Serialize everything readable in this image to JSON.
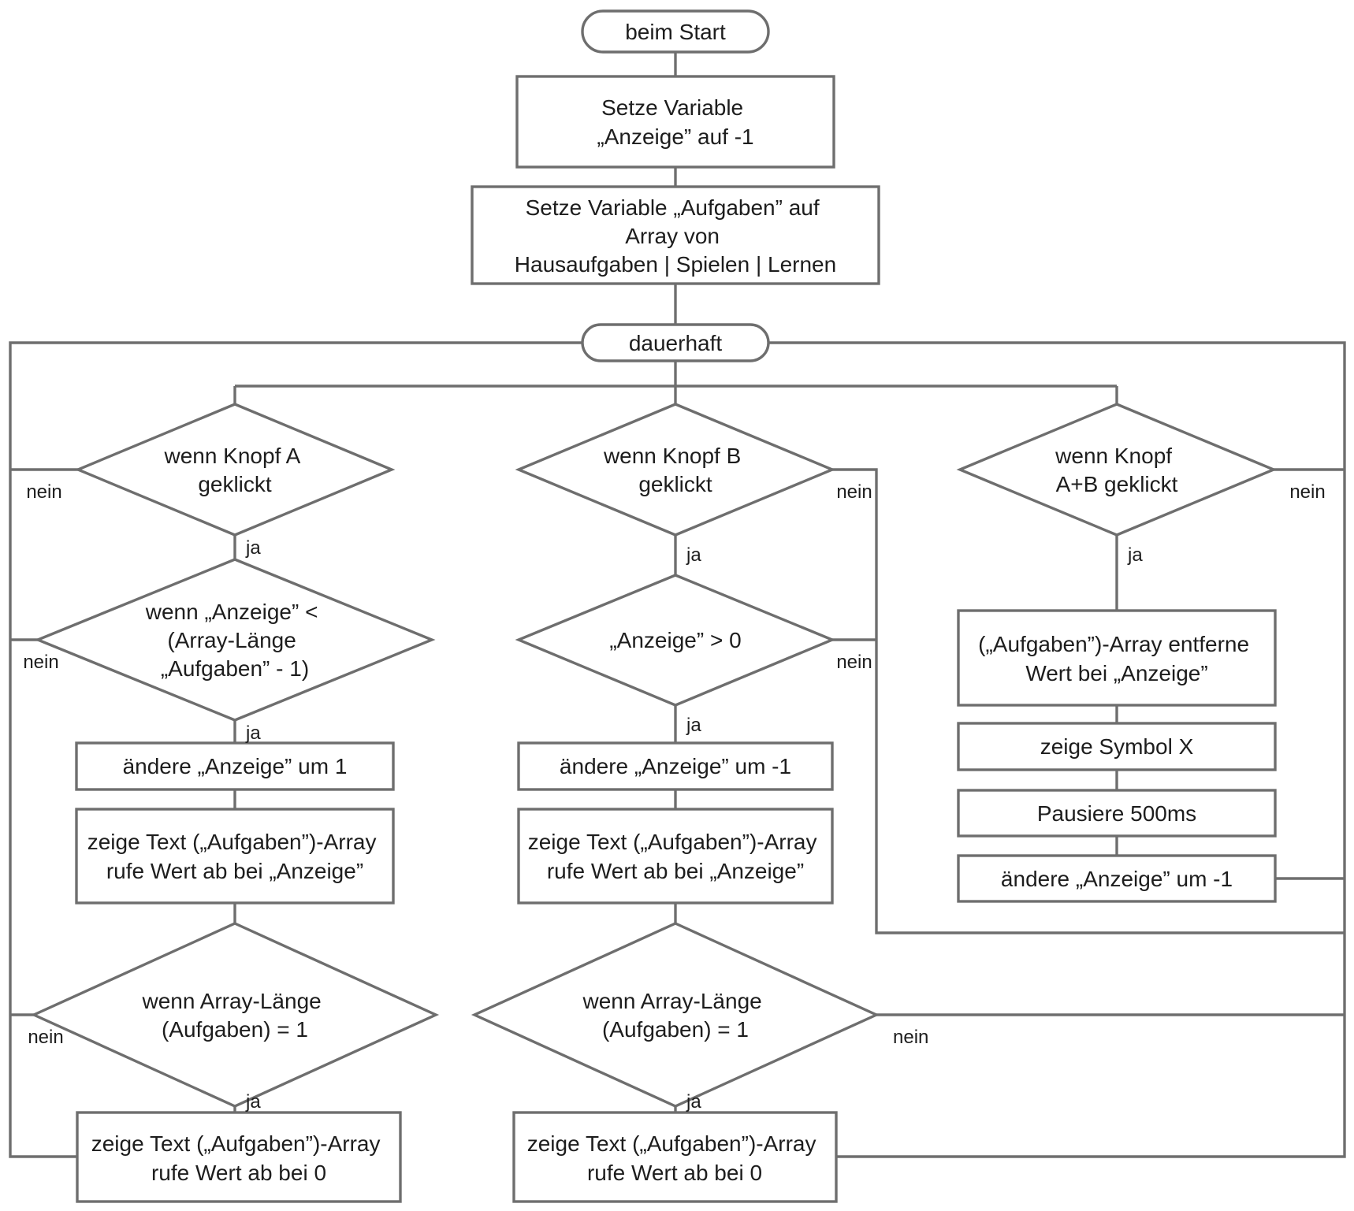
{
  "diagram": {
    "labels": {
      "yes": "ja",
      "no": "nein"
    },
    "colors": {
      "line": "#6e6e6e",
      "text": "#1d1d1d",
      "background": "#ffffff",
      "node_fill": "#ffffff"
    },
    "nodes": {
      "start": {
        "type": "terminal",
        "label": "beim Start"
      },
      "set_anzeige": {
        "type": "process",
        "lines": [
          "Setze Variable",
          "„Anzeige” auf -1"
        ]
      },
      "set_aufgaben": {
        "type": "process",
        "lines": [
          "Setze Variable „Aufgaben” auf",
          "Array von",
          "Hausaufgaben | Spielen | Lernen"
        ]
      },
      "loop": {
        "type": "terminal",
        "label": "dauerhaft"
      },
      "dec_a": {
        "type": "decision",
        "lines": [
          "wenn Knopf A",
          "geklickt"
        ]
      },
      "dec_b": {
        "type": "decision",
        "lines": [
          "wenn Knopf B",
          "geklickt"
        ]
      },
      "dec_ab": {
        "type": "decision",
        "lines": [
          "wenn Knopf",
          "A+B geklickt"
        ]
      },
      "dec_a2": {
        "type": "decision",
        "lines": [
          "wenn „Anzeige” <",
          "(Array-Länge",
          "„Aufgaben” - 1)"
        ]
      },
      "dec_b2": {
        "type": "decision",
        "lines": [
          "„Anzeige” > 0"
        ]
      },
      "a_change": {
        "type": "process",
        "lines": [
          "ändere „Anzeige” um 1"
        ]
      },
      "b_change": {
        "type": "process",
        "lines": [
          "ändere „Anzeige” um -1"
        ]
      },
      "a_show": {
        "type": "process",
        "lines": [
          "zeige Text („Aufgaben”)-Array",
          "rufe Wert ab bei „Anzeige”"
        ]
      },
      "b_show": {
        "type": "process",
        "lines": [
          "zeige Text („Aufgaben”)-Array",
          "rufe Wert ab bei „Anzeige”"
        ]
      },
      "a_len": {
        "type": "decision",
        "lines": [
          "wenn Array-Länge",
          "(Aufgaben) = 1"
        ]
      },
      "b_len": {
        "type": "decision",
        "lines": [
          "wenn Array-Länge",
          "(Aufgaben) = 1"
        ]
      },
      "a_show0": {
        "type": "process",
        "lines": [
          "zeige Text („Aufgaben”)-Array",
          "rufe Wert ab bei 0"
        ]
      },
      "b_show0": {
        "type": "process",
        "lines": [
          "zeige Text („Aufgaben”)-Array",
          "rufe Wert ab bei 0"
        ]
      },
      "ab_remove": {
        "type": "process",
        "lines": [
          "(„Aufgaben”)-Array entferne",
          "Wert bei „Anzeige”"
        ]
      },
      "ab_symbol": {
        "type": "process",
        "lines": [
          "zeige Symbol X"
        ]
      },
      "ab_pause": {
        "type": "process",
        "lines": [
          "Pausiere 500ms"
        ]
      },
      "ab_change": {
        "type": "process",
        "lines": [
          "ändere „Anzeige” um -1"
        ]
      }
    }
  }
}
